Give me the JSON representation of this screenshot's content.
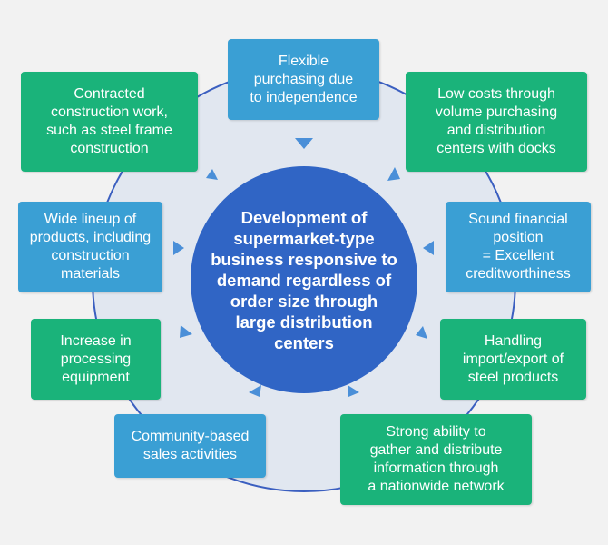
{
  "center": {
    "lines": [
      "Development of",
      "supermarket-type",
      "business responsive to",
      "demand regardless of",
      "order size through",
      "large distribution",
      "centers"
    ]
  },
  "factors": [
    {
      "key": "flexible",
      "lines": [
        "Flexible",
        "purchasing due",
        "to independence"
      ]
    },
    {
      "key": "low-costs",
      "lines": [
        "Low costs through",
        "volume purchasing",
        "and distribution",
        "centers with docks"
      ]
    },
    {
      "key": "financial",
      "lines": [
        "Sound financial",
        "position",
        "= Excellent",
        "creditworthiness"
      ]
    },
    {
      "key": "import-export",
      "lines": [
        "Handling",
        "import/export of",
        "steel products"
      ]
    },
    {
      "key": "network",
      "lines": [
        "Strong ability to",
        "gather and distribute",
        "information through",
        "a nationwide network"
      ]
    },
    {
      "key": "community",
      "lines": [
        "Community-based",
        "sales activities"
      ]
    },
    {
      "key": "equipment",
      "lines": [
        "Increase in",
        "processing",
        "equipment"
      ]
    },
    {
      "key": "lineup",
      "lines": [
        "Wide lineup of",
        "products, including",
        "construction",
        "materials"
      ]
    },
    {
      "key": "construction",
      "lines": [
        "Contracted",
        "construction work,",
        "such as steel frame",
        "construction"
      ]
    }
  ],
  "colors": {
    "background": "#f2f2f2",
    "ring_fill": "#e1e7f0",
    "ring_stroke": "#3b5fc0",
    "center": "#3065c5",
    "box_blue": "#3a9fd4",
    "box_green": "#1ab37a",
    "arrow": "#4a8fd8"
  }
}
